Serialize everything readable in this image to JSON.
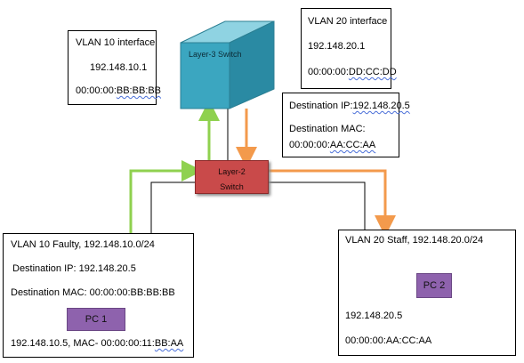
{
  "vlan10_interface": {
    "title": "VLAN 10 interface",
    "ip": "192.148.10.1",
    "mac_prefix": "00:00:00:",
    "mac_suffix": "BB:BB:BB"
  },
  "vlan20_interface": {
    "title": "VLAN 20 interface",
    "ip": "192.148.20.1",
    "mac_prefix": "00:00:00:",
    "mac_suffix": "DD:CC:DD"
  },
  "layer3_switch": {
    "label": "Layer-3 Switch",
    "color": "#3ba6c0"
  },
  "layer2_switch": {
    "label_line1": "Layer-2",
    "label_line2": "Switch",
    "color": "#c94a4a"
  },
  "dest_box": {
    "ip_label": "Destination IP:",
    "ip_value": "192.148.20.5",
    "mac_label": "Destination MAC:",
    "mac_prefix": "00:00:00:",
    "mac_suffix": "AA:CC:AA"
  },
  "vlan10_faulty": {
    "title": "VLAN 10 Faulty, 192.148.10.0/24",
    "dest_ip": "Destination IP: 192.148.20.5",
    "dest_mac": "Destination MAC: 00:00:00:BB:BB:BB",
    "pc_label": "PC  1",
    "footer_prefix": "192.148.10.5, MAC- 00:00:00:11:",
    "footer_suffix": "BB:AA"
  },
  "vlan20_staff": {
    "title": "VLAN 20 Staff, 192.148.20.0/24",
    "pc_label": "PC 2",
    "ip": "192.148.20.5",
    "mac": "00:00:00:AA:CC:AA"
  },
  "colors": {
    "green_arrow": "#8fd14f",
    "orange_arrow": "#f39a4c",
    "pc": "#8e62ad"
  }
}
